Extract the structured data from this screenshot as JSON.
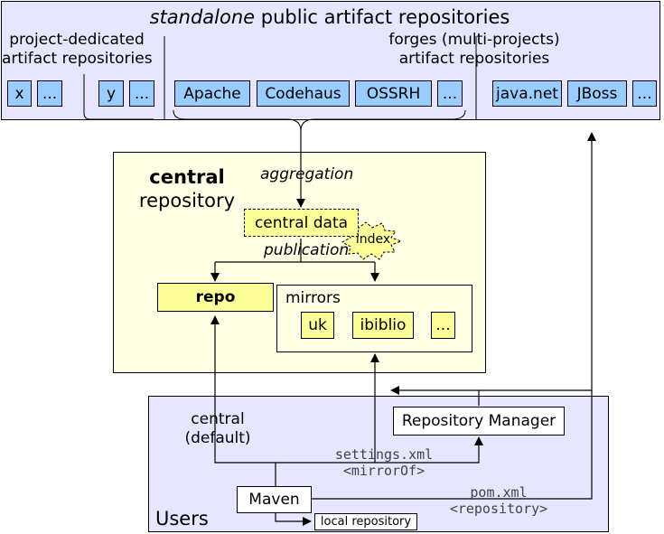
{
  "top": {
    "title_italic": "standalone",
    "title_rest": " public artifact repositories",
    "project_dedicated_line1": "project-dedicated",
    "project_dedicated_line2": "artifact repositories",
    "forges_line1": "forges (multi-projects)",
    "forges_line2": "artifact repositories",
    "boxes": {
      "x": "x",
      "dots1": "...",
      "y": "y",
      "dots2": "...",
      "apache": "Apache",
      "codehaus": "Codehaus",
      "ossrh": "OSSRH",
      "dots3": "...",
      "javanet": "java.net",
      "jboss": "JBoss",
      "dots4": "..."
    }
  },
  "central": {
    "title_bold": "central",
    "title_rest": "repository",
    "aggregation": "aggregation",
    "central_data": "central data",
    "index": "index",
    "publication": "publication",
    "repo": "repo",
    "mirrors": "mirrors",
    "mirror_uk": "uk",
    "mirror_ibiblio": "ibiblio",
    "mirror_dots": "..."
  },
  "users": {
    "label": "Users",
    "central_default_line1": "central",
    "central_default_line2": "(default)",
    "repository_manager": "Repository Manager",
    "settings_xml": "settings.xml",
    "mirror_of": "<mirrorOf>",
    "maven": "Maven",
    "pom_xml": "pom.xml",
    "repository_tag": "<repository>",
    "local_repository": "local repository"
  },
  "colors": {
    "lavender": "#e6e6ff",
    "light_yellow": "#ffffe6",
    "blue_box": "#99ccff",
    "yellow_box": "#ffff99"
  }
}
